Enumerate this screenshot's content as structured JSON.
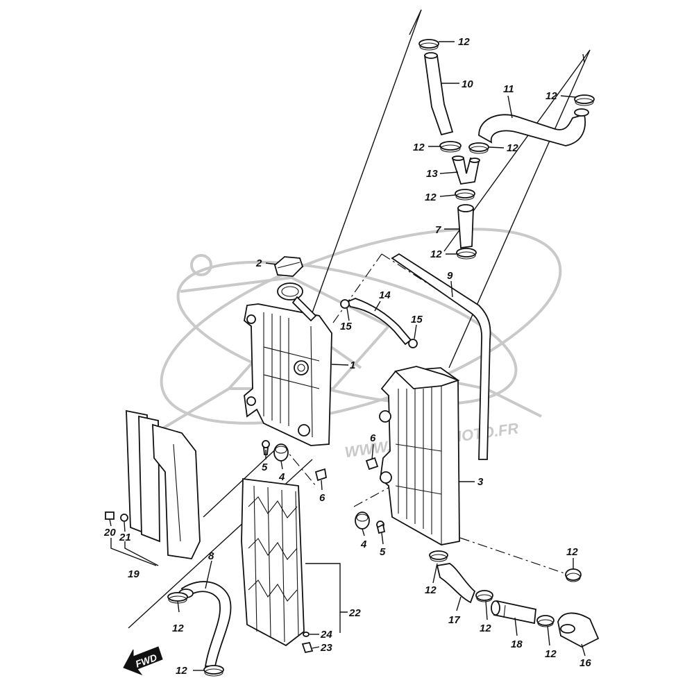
{
  "watermark": {
    "text": "WWW.ATOMICMOTO.FR",
    "sub": "moto"
  },
  "fwd_label": "FWD",
  "callouts": [
    {
      "text": "12"
    },
    {
      "text": "10"
    },
    {
      "text": "11"
    },
    {
      "text": "12"
    },
    {
      "text": "12"
    },
    {
      "text": "12"
    },
    {
      "text": "13"
    },
    {
      "text": "12"
    },
    {
      "text": "7"
    },
    {
      "text": "12"
    },
    {
      "text": "2"
    },
    {
      "text": "9"
    },
    {
      "text": "14"
    },
    {
      "text": "15"
    },
    {
      "text": "15"
    },
    {
      "text": "1"
    },
    {
      "text": "6"
    },
    {
      "text": "3"
    },
    {
      "text": "5"
    },
    {
      "text": "4"
    },
    {
      "text": "6"
    },
    {
      "text": "4"
    },
    {
      "text": "5"
    },
    {
      "text": "20"
    },
    {
      "text": "21"
    },
    {
      "text": "19"
    },
    {
      "text": "8"
    },
    {
      "text": "12"
    },
    {
      "text": "12"
    },
    {
      "text": "22"
    },
    {
      "text": "24"
    },
    {
      "text": "23"
    },
    {
      "text": "12"
    },
    {
      "text": "12"
    },
    {
      "text": "17"
    },
    {
      "text": "12"
    },
    {
      "text": "18"
    },
    {
      "text": "12"
    },
    {
      "text": "16"
    }
  ]
}
